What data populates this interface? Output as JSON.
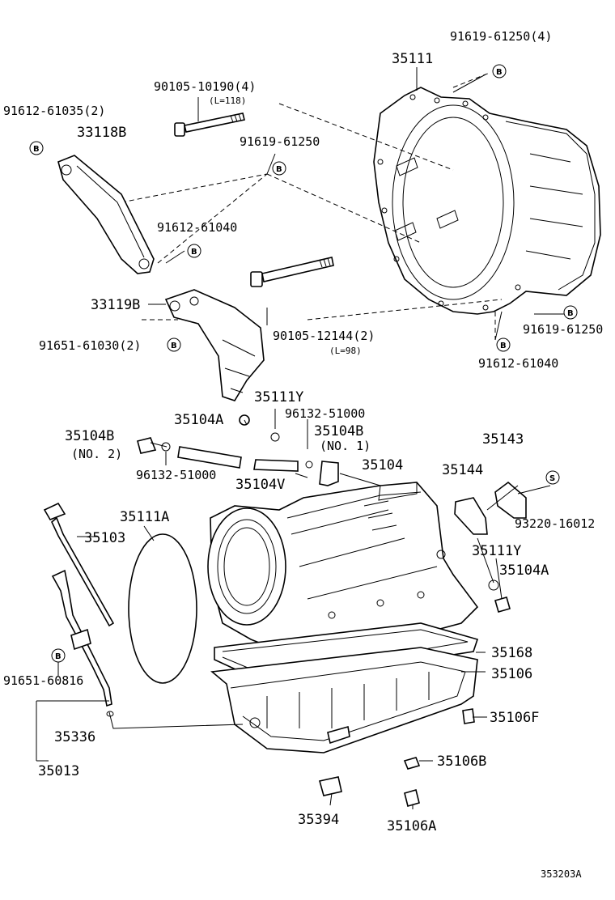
{
  "labels": {
    "p35111": "35111",
    "p91619_61250_4": "91619-61250(4)",
    "p90105_10190": "90105-10190(4)",
    "l118": "(L=118)",
    "p91612_61035": "91612-61035(2)",
    "p33118B": "33118B",
    "p91619_61250_a": "91619-61250",
    "p91612_61040_a": "91612-61040",
    "p33119B": "33119B",
    "p90105_12144": "90105-12144(2)",
    "l98": "(L=98)",
    "p91651_61030": "91651-61030(2)",
    "p91619_61250_b": "91619-61250",
    "p91612_61040_b": "91612-61040",
    "p35111Y_a": "35111Y",
    "p35104A_a": "35104A",
    "p96132_51000_a": "96132-51000",
    "p35104B_no1": "35104B",
    "no1": "(NO. 1)",
    "p35104B_no2": "35104B",
    "no2": "(NO. 2)",
    "p96132_51000_b": "96132-51000",
    "p35104V": "35104V",
    "p35104": "35104",
    "p35143": "35143",
    "p35144": "35144",
    "p93220_16012": "93220-16012",
    "p35111A": "35111A",
    "p35103": "35103",
    "p35111Y_b": "35111Y",
    "p35104A_b": "35104A",
    "p35168": "35168",
    "p91651_60816": "91651-60816",
    "p35106": "35106",
    "p35106F": "35106F",
    "p35336": "35336",
    "p35013": "35013",
    "p35106B": "35106B",
    "p35394": "35394",
    "p35106A": "35106A",
    "ref_code": "353203A"
  },
  "badges": {
    "b": "B",
    "s": "S"
  }
}
